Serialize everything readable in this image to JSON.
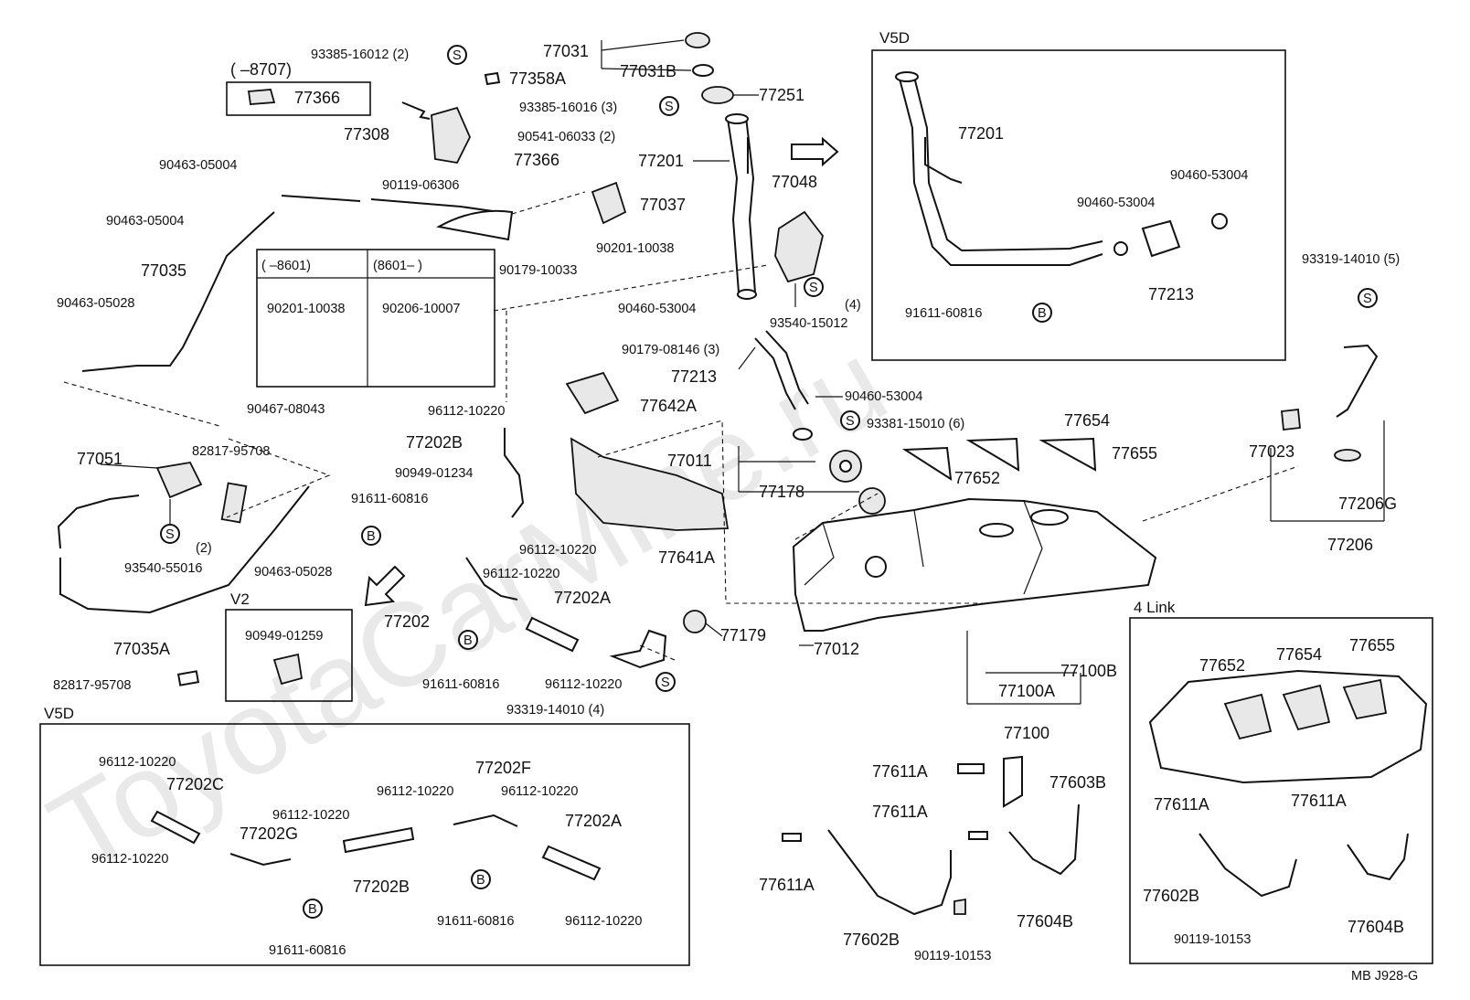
{
  "watermark": "ToyotaCarMine.ru",
  "footer": {
    "code": "MB  J928-G"
  },
  "boxes": {
    "v5d_top": "V5D",
    "v5d_bottom": "V5D",
    "v2": "V2",
    "link4": "4 Link",
    "range_left": "(        –8601)",
    "range_right": "(8601–          )",
    "range_top": "(        –8707)"
  },
  "symbols": {
    "s": "S",
    "b": "B"
  },
  "labels": {
    "p93385_16012": "93385-16012 (2)",
    "p77358A": "77358A",
    "p77366_box": "77366",
    "p77308": "77308",
    "p90541": "90541-06033 (2)",
    "p77366": "77366",
    "p90119_06306": "90119-06306",
    "p90463_05004a": "90463-05004",
    "p90463_05004b": "90463-05004",
    "p77035": "77035",
    "p90463_05028a": "90463-05028",
    "p90467": "90467-08043",
    "p77037": "77037",
    "p90201_10038": "90201-10038",
    "p90179_10033": "90179-10033",
    "p90201_10038b": "90201-10038",
    "p90206_10007": "90206-10007",
    "p77031": "77031",
    "p77031B": "77031B",
    "p77251": "77251",
    "p93385_16016": "93385-16016 (3)",
    "p77201": "77201",
    "p77048": "77048",
    "p90460_53004a": "90460-53004",
    "p93540_15012": "93540-15012",
    "p4a": "(4)",
    "p90179_08146": "90179-08146 (3)",
    "p77213": "77213",
    "p77642A": "77642A",
    "p90460_53004b": "90460-53004",
    "p93381": "93381-15010 (6)",
    "p96112_a": "96112-10220",
    "p77202B": "77202B",
    "p77011": "77011",
    "p77178": "77178",
    "p77652": "77652",
    "p77654": "77654",
    "p77655": "77655",
    "p77641A": "77641A",
    "p90949_01234": "90949-01234",
    "p91611_a": "91611-60816",
    "p96112_b": "96112-10220",
    "p96112_c": "96112-10220",
    "p77202A": "77202A",
    "p77202": "77202",
    "p91611_b": "91611-60816",
    "p96112_d": "96112-10220",
    "p93319_4": "93319-14010 (4)",
    "p77179": "77179",
    "p77012": "77012",
    "p77051": "77051",
    "p82817_a": "82817-95708",
    "p93540_55016": "93540-55016",
    "p2": "(2)",
    "p90463_05028b": "90463-05028",
    "p77035A": "77035A",
    "p82817_b": "82817-95708",
    "p90949_01259": "90949-01259",
    "v5d_77201": "77201",
    "v5d_90460a": "90460-53004",
    "v5d_90460b": "90460-53004",
    "v5d_77213": "77213",
    "v5d_91611": "91611-60816",
    "p93319_5": "93319-14010 (5)",
    "p77023": "77023",
    "p77206G": "77206G",
    "p77206": "77206",
    "p77100B": "77100B",
    "p77100A": "77100A",
    "p77100": "77100",
    "p77611A_1": "77611A",
    "p77603B": "77603B",
    "p77611A_2": "77611A",
    "p77611A_3": "77611A",
    "p77602B": "77602B",
    "p77604B": "77604B",
    "p90119_10153": "90119-10153",
    "l4_77652": "77652",
    "l4_77654": "77654",
    "l4_77655": "77655",
    "l4_77611A_a": "77611A",
    "l4_77611A_b": "77611A",
    "l4_77602B": "77602B",
    "l4_77604B": "77604B",
    "l4_90119": "90119-10153",
    "b_96112_a": "96112-10220",
    "b_77202C": "77202C",
    "b_96112_b": "96112-10220",
    "b_77202G": "77202G",
    "b_96112_c": "96112-10220",
    "b_96112_d": "96112-10220",
    "b_77202F": "77202F",
    "b_96112_e": "96112-10220",
    "b_77202A": "77202A",
    "b_77202B": "77202B",
    "b_91611_a": "91611-60816",
    "b_91611_b": "91611-60816",
    "b_96112_f": "96112-10220"
  }
}
